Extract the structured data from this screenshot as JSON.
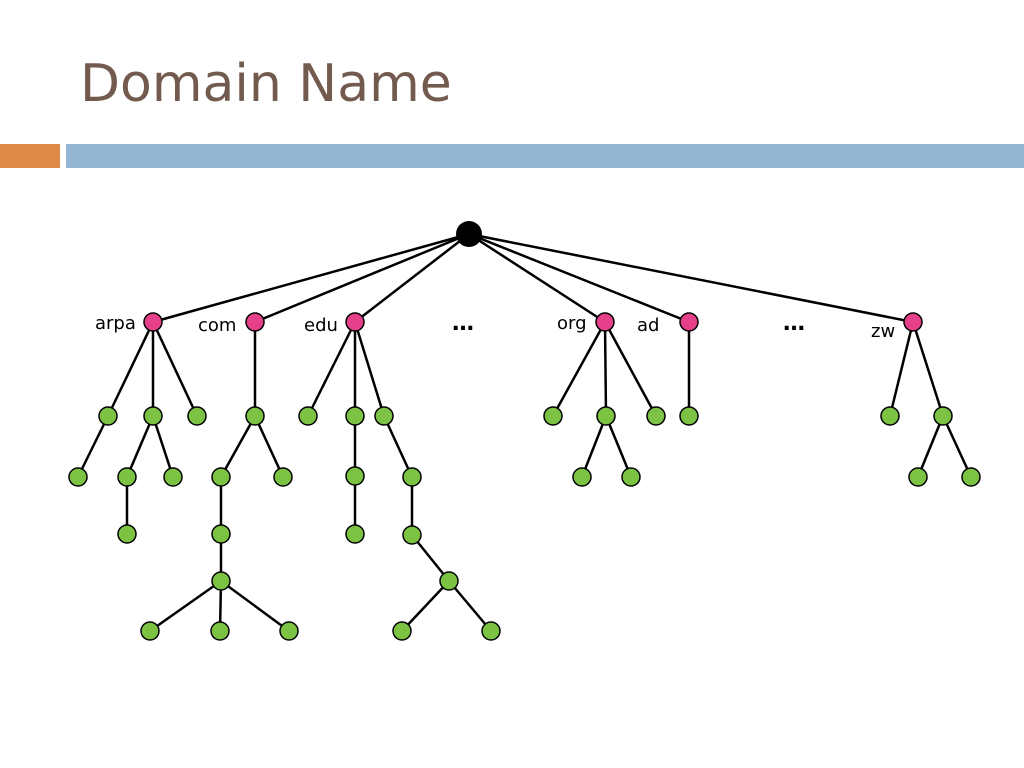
{
  "title": "Domain Name",
  "colors": {
    "title": "#735a4e",
    "accent_orange": "#e08a4a",
    "accent_blue": "#94b6d2",
    "root_node": "#000000",
    "tld_node": "#e6408a",
    "leaf_node": "#7cc243",
    "edge": "#000000"
  },
  "tree": {
    "root": "",
    "tlds": [
      {
        "label": "arpa"
      },
      {
        "label": "com"
      },
      {
        "label": "edu"
      },
      {
        "label": "org"
      },
      {
        "label": "ad"
      },
      {
        "label": "zw"
      }
    ],
    "ellipses": [
      "…",
      "…"
    ]
  }
}
